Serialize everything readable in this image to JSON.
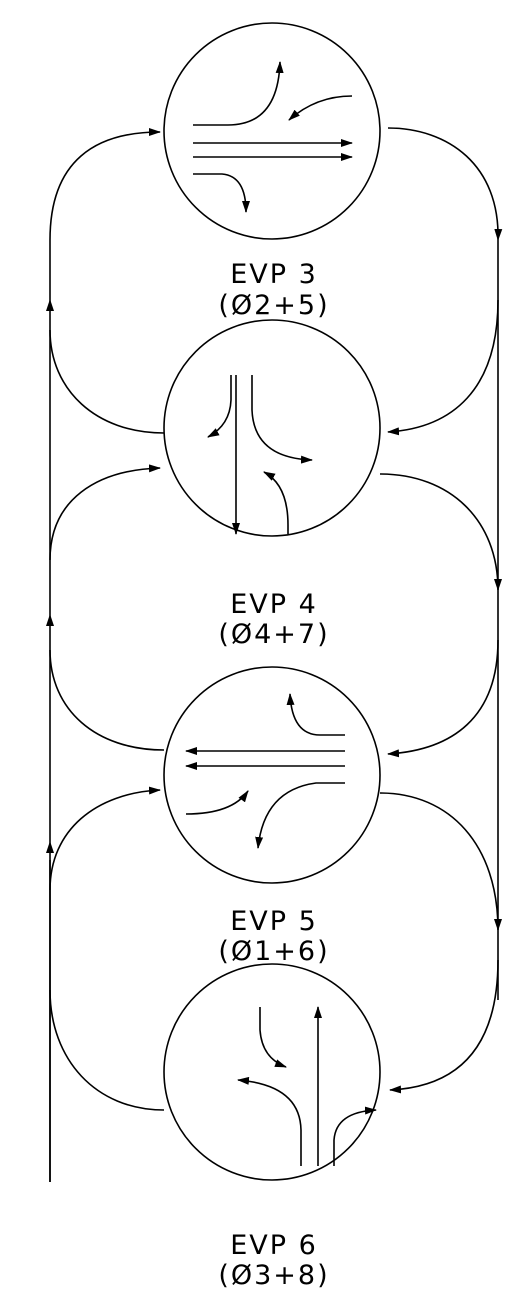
{
  "phases": [
    {
      "name": "EVP 3",
      "code": "(Ø2+5)"
    },
    {
      "name": "EVP 4",
      "code": "(Ø4+7)"
    },
    {
      "name": "EVP 5",
      "code": "(Ø1+6)"
    },
    {
      "name": "EVP 6",
      "code": "(Ø3+8)"
    }
  ],
  "colors": {
    "line": "#000000",
    "background": "#ffffff"
  }
}
